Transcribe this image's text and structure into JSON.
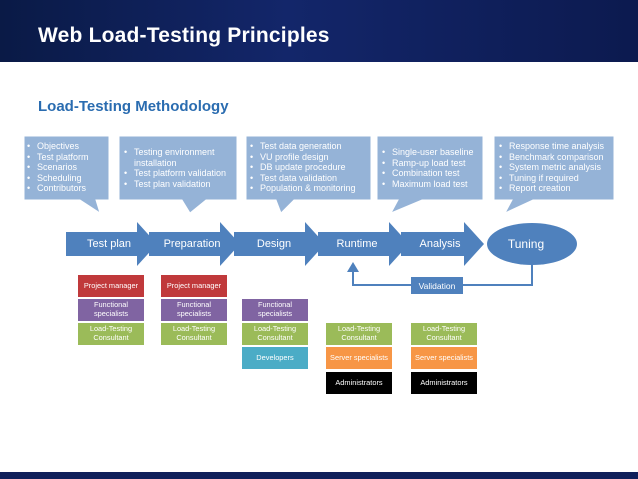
{
  "header": {
    "title": "Web Load-Testing Principles"
  },
  "subtitle": "Load-Testing Methodology",
  "stages": [
    {
      "label": "Test plan"
    },
    {
      "label": "Preparation"
    },
    {
      "label": "Design"
    },
    {
      "label": "Runtime"
    },
    {
      "label": "Analysis"
    },
    {
      "label": "Tuning"
    }
  ],
  "callouts": [
    {
      "items": [
        "Objectives",
        "Test platform",
        "Scenarios",
        "Scheduling",
        "Contributors"
      ]
    },
    {
      "items": [
        "Testing  environment installation",
        "Test platform validation",
        "Test plan validation"
      ]
    },
    {
      "items": [
        "Test data generation",
        "VU profile design",
        "DB update procedure",
        "Test data validation",
        "Population & monitoring"
      ]
    },
    {
      "items": [
        "Single-user baseline",
        "Ramp-up load test",
        "Combination test",
        "Maximum load test"
      ]
    },
    {
      "items": [
        "Response time analysis",
        "Benchmark comparison",
        "System metric analysis",
        "Tuning if required",
        "Report creation"
      ]
    }
  ],
  "validation_label": "Validation",
  "roles": {
    "project_manager": "Project manager",
    "functional": "Functional specialists",
    "consultant": "Load-Testing Consultant",
    "developers": "Developers",
    "server": "Server specialists",
    "admins": "Administrators"
  },
  "colors": {
    "header_bg": "#13266a",
    "subtitle": "#2a6cb0",
    "process_blue": "#4f81bd",
    "callout_blue": "#95b3d7",
    "project_manager": "#c0393b",
    "functional": "#8064a2",
    "consultant": "#9bbb59",
    "developers": "#4bacc6",
    "server": "#f79646",
    "admins": "#000000"
  }
}
